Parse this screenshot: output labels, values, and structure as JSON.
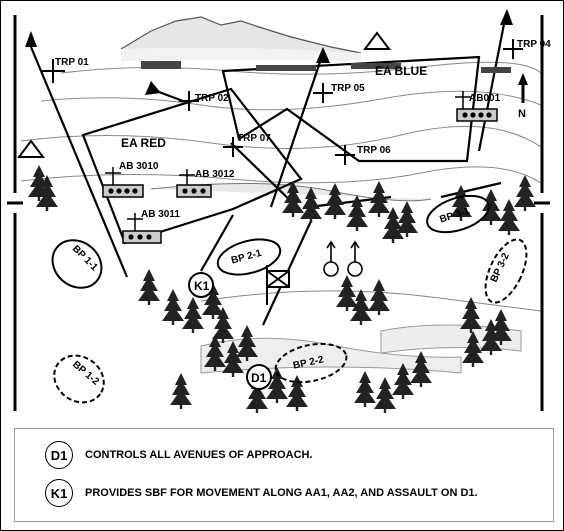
{
  "engagement_areas": {
    "red": "EA RED",
    "blue": "EA BLUE"
  },
  "trps": [
    "TRP 01",
    "TRP 02",
    "TRP 04",
    "TRP 05",
    "TRP 06",
    "TRP 07"
  ],
  "obstacles": [
    "AB 3010",
    "AB 3012",
    "AB 3011",
    "AB001"
  ],
  "battle_positions": [
    "BP 1-1",
    "BP 1-2",
    "BP 2-1",
    "BP 2-2",
    "BP 3-1",
    "BP 3-2"
  ],
  "units": {
    "k1": "K1",
    "d1": "D1"
  },
  "north": "N",
  "legend": [
    {
      "symbol": "D1",
      "text": "CONTROLS ALL AVENUES OF APPROACH."
    },
    {
      "symbol": "K1",
      "text": "PROVIDES SBF FOR MOVEMENT ALONG AA1, AA2, AND ASSAULT ON D1."
    }
  ]
}
